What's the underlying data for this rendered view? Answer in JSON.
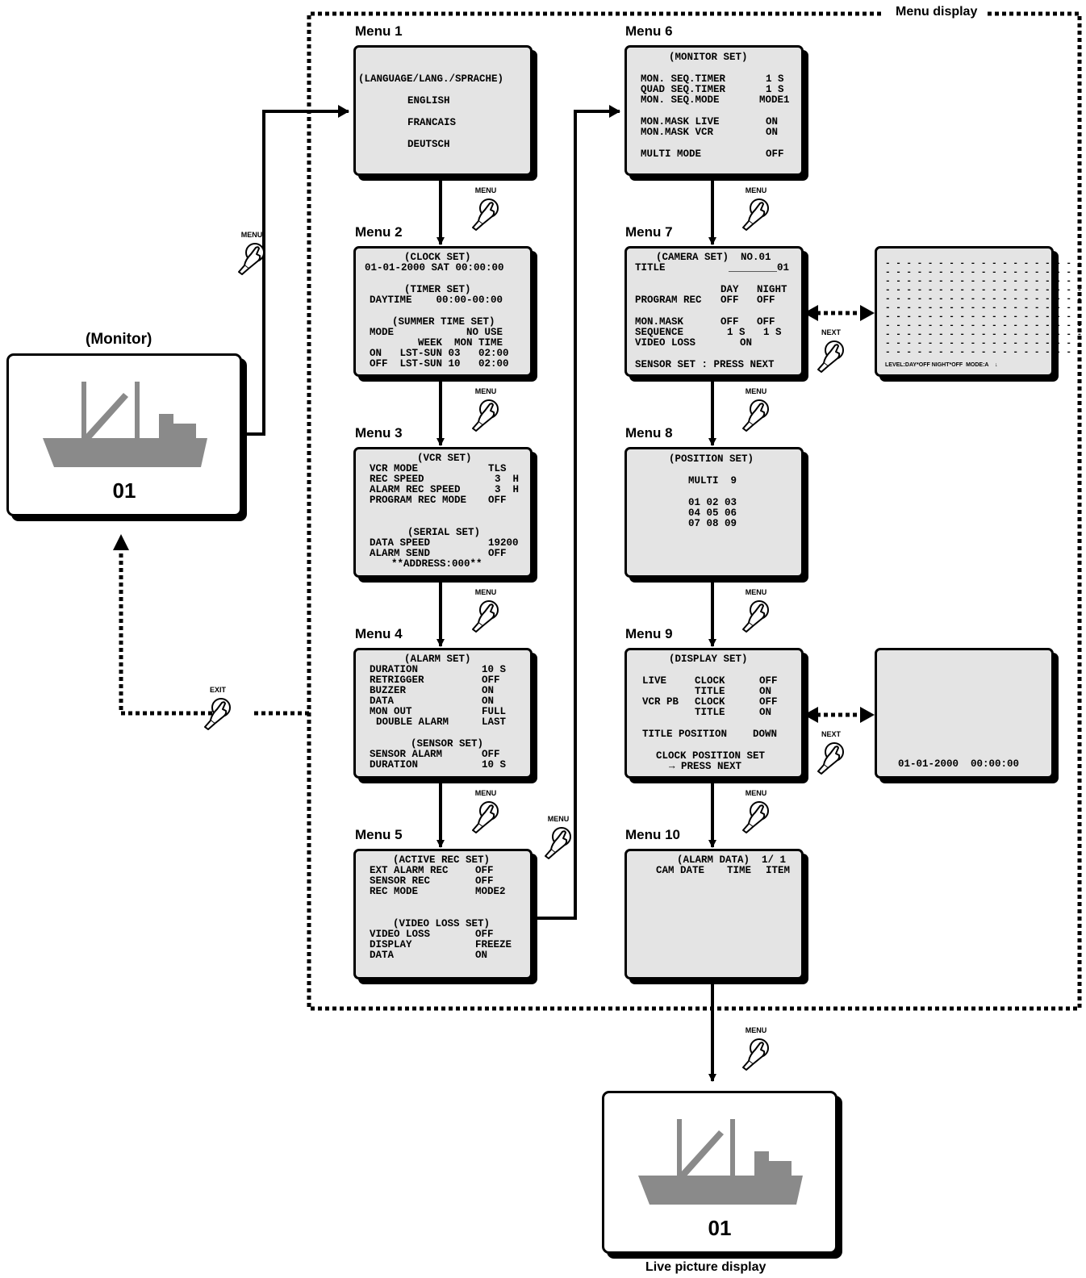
{
  "menu_display_label": "Menu display",
  "monitor": {
    "label": "(Monitor)",
    "number": "01"
  },
  "live": {
    "label": "Live picture display",
    "number": "01"
  },
  "hand_labels": {
    "menu": "MENU",
    "exit": "EXIT",
    "next": "NEXT"
  },
  "menus": [
    {
      "title": "Menu 1",
      "lines": [
        "(LANGUAGE/LANG./SPRACHE)",
        "ENGLISH",
        "FRANCAIS",
        "DEUTSCH"
      ]
    },
    {
      "title": "Menu 2",
      "lines": [
        "(CLOCK SET)",
        "01-01-2000 SAT 00:00:00",
        "(TIMER SET)",
        "DAYTIME    00:00-00:00",
        "(SUMMER TIME SET)",
        "MODE            NO USE",
        "WEEK  MON TIME",
        "ON   LST-SUN 03   02:00",
        "OFF  LST-SUN 10   02:00"
      ]
    },
    {
      "title": "Menu 3",
      "lines": [
        "(VCR SET)",
        "VCR MODE",
        "TLS",
        "REC SPEED",
        "3  H",
        "ALARM REC SPEED",
        "3  H",
        "PROGRAM REC MODE",
        "OFF",
        "(SERIAL SET)",
        "DATA SPEED",
        "19200",
        "ALARM SEND",
        "OFF",
        "**ADDRESS:000**"
      ]
    },
    {
      "title": "Menu 4",
      "lines": [
        "(ALARM SET)",
        "DURATION",
        "10 S",
        "RETRIGGER",
        "OFF",
        "BUZZER",
        "ON",
        "DATA",
        "ON",
        "MON OUT",
        "FULL",
        "DOUBLE ALARM",
        "LAST",
        "(SENSOR SET)",
        "SENSOR ALARM",
        "OFF",
        "DURATION",
        "10 S"
      ]
    },
    {
      "title": "Menu 5",
      "lines": [
        "(ACTIVE REC SET)",
        "EXT ALARM REC",
        "OFF",
        "SENSOR REC",
        "OFF",
        "REC MODE",
        "MODE2",
        "(VIDEO LOSS SET)",
        "VIDEO LOSS",
        "OFF",
        "DISPLAY",
        "FREEZE",
        "DATA",
        "ON"
      ]
    },
    {
      "title": "Menu 6",
      "lines": [
        "(MONITOR SET)",
        "MON. SEQ.TIMER",
        "1 S",
        "QUAD SEQ.TIMER",
        "1 S",
        "MON. SEQ.MODE",
        "MODE1",
        "MON.MASK LIVE",
        "ON",
        "MON.MASK VCR",
        "ON",
        "MULTI MODE",
        "OFF"
      ]
    },
    {
      "title": "Menu 7",
      "lines": [
        "(CAMERA SET)  NO.01",
        "TITLE",
        "________01",
        "DAY   NIGHT",
        "PROGRAM REC",
        "OFF   OFF",
        "MON.MASK",
        "OFF   OFF",
        "SEQUENCE",
        "1 S   1 S",
        "VIDEO LOSS",
        "ON",
        "SENSOR SET : PRESS NEXT"
      ]
    },
    {
      "title": "Menu 8",
      "lines": [
        "(POSITION SET)",
        "MULTI  9",
        "01 02 03",
        "04 05 06",
        "07 08 09"
      ]
    },
    {
      "title": "Menu 9",
      "lines": [
        "(DISPLAY SET)",
        "LIVE",
        "CLOCK",
        "OFF",
        "TITLE",
        "ON",
        "VCR PB",
        "CLOCK",
        "OFF",
        "TITLE",
        "ON",
        "TITLE POSITION",
        "DOWN",
        "CLOCK POSITION SET",
        "→ PRESS NEXT"
      ]
    },
    {
      "title": "Menu 10",
      "lines": [
        "(ALARM DATA)  1/ 1",
        "CAM DATE",
        "TIME",
        "ITEM"
      ]
    }
  ],
  "sensor_screen": {
    "footer": "LEVEL:DAY*OFF NIGHT*OFF  MODE:A    ↓"
  },
  "clock_screen": {
    "text": "01-01-2000  00:00:00"
  },
  "colors": {
    "screen_bg": "#e4e4e4",
    "ship": "#8a8a8a",
    "border": "#000000"
  }
}
